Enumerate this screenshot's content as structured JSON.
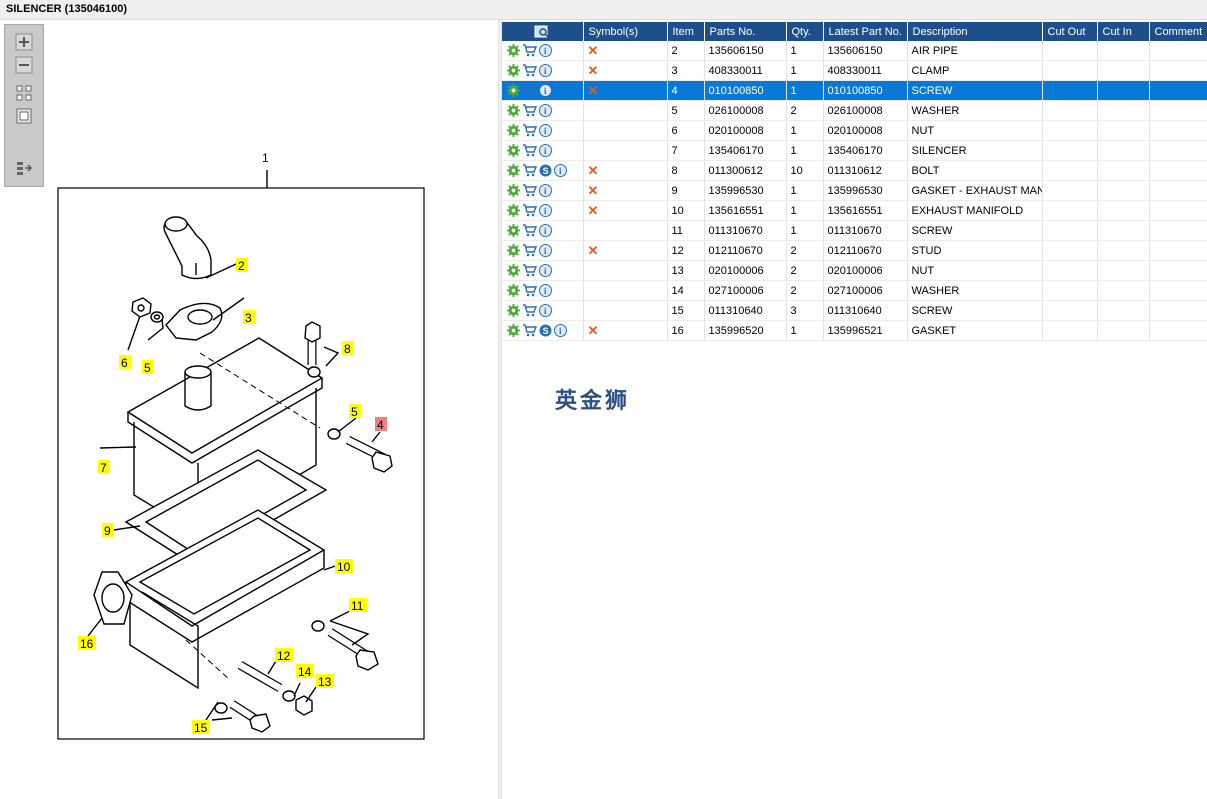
{
  "window": {
    "title": "SILENCER (135046100)"
  },
  "diagram": {
    "main_label": "1",
    "callouts": [
      "2",
      "3",
      "4",
      "5",
      "5",
      "6",
      "7",
      "8",
      "9",
      "10",
      "11",
      "12",
      "13",
      "14",
      "15",
      "16"
    ]
  },
  "table": {
    "headers": [
      "",
      "Symbol(s)",
      "Item",
      "Parts No.",
      "Qty.",
      "Latest Part No.",
      "Description",
      "Cut Out",
      "Cut In",
      "Comment"
    ],
    "rows": [
      {
        "item": "2",
        "part": "135606150",
        "qty": "1",
        "latest": "135606150",
        "desc": "AIR PIPE",
        "s": false,
        "x": true
      },
      {
        "item": "3",
        "part": "408330011",
        "qty": "1",
        "latest": "408330011",
        "desc": "CLAMP",
        "s": false,
        "x": true
      },
      {
        "item": "4",
        "part": "010100850",
        "qty": "1",
        "latest": "010100850",
        "desc": "SCREW",
        "s": false,
        "x": true,
        "selected": true
      },
      {
        "item": "5",
        "part": "026100008",
        "qty": "2",
        "latest": "026100008",
        "desc": "WASHER",
        "s": false,
        "x": false
      },
      {
        "item": "6",
        "part": "020100008",
        "qty": "1",
        "latest": "020100008",
        "desc": "NUT",
        "s": false,
        "x": false
      },
      {
        "item": "7",
        "part": "135406170",
        "qty": "1",
        "latest": "135406170",
        "desc": "SILENCER",
        "s": false,
        "x": false
      },
      {
        "item": "8",
        "part": "011300612",
        "qty": "10",
        "latest": "011310612",
        "desc": "BOLT",
        "s": true,
        "x": true
      },
      {
        "item": "9",
        "part": "135996530",
        "qty": "1",
        "latest": "135996530",
        "desc": "GASKET - EXHAUST MANIF",
        "s": false,
        "x": true
      },
      {
        "item": "10",
        "part": "135616551",
        "qty": "1",
        "latest": "135616551",
        "desc": "EXHAUST MANIFOLD",
        "s": false,
        "x": true
      },
      {
        "item": "11",
        "part": "011310670",
        "qty": "1",
        "latest": "011310670",
        "desc": "SCREW",
        "s": false,
        "x": false
      },
      {
        "item": "12",
        "part": "012110670",
        "qty": "2",
        "latest": "012110670",
        "desc": "STUD",
        "s": false,
        "x": true
      },
      {
        "item": "13",
        "part": "020100006",
        "qty": "2",
        "latest": "020100006",
        "desc": "NUT",
        "s": false,
        "x": false
      },
      {
        "item": "14",
        "part": "027100006",
        "qty": "2",
        "latest": "027100006",
        "desc": "WASHER",
        "s": false,
        "x": false
      },
      {
        "item": "15",
        "part": "011310640",
        "qty": "3",
        "latest": "011310640",
        "desc": "SCREW",
        "s": false,
        "x": false
      },
      {
        "item": "16",
        "part": "135996520",
        "qty": "1",
        "latest": "135996521",
        "desc": "GASKET",
        "s": true,
        "x": true
      }
    ]
  },
  "watermark": "英金狮",
  "colors": {
    "header": "#1d4f8c",
    "selection": "#0a78d6",
    "callout": "#ffff00",
    "callout_active": "#f08080",
    "x_mark": "#e8581a"
  },
  "icons": {
    "x_mark": "✕",
    "s_badge": "S",
    "info_badge": "i"
  }
}
